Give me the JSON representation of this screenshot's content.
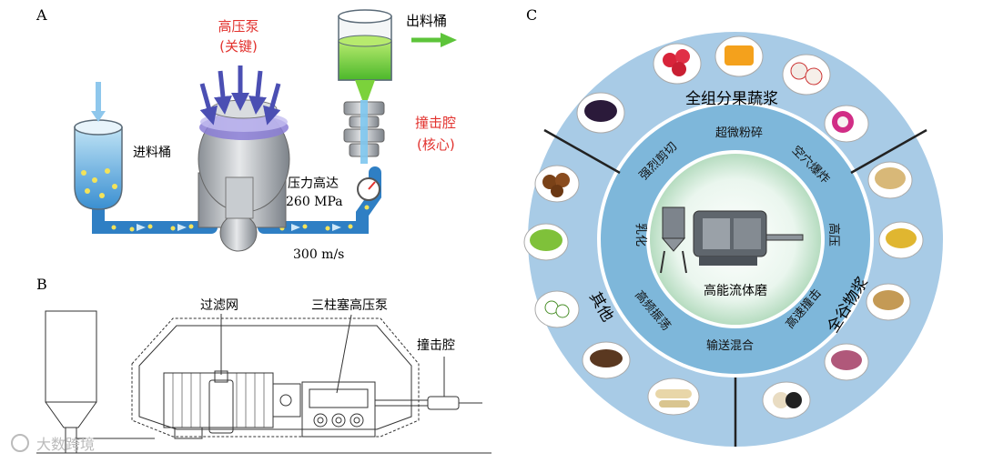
{
  "panel_a": {
    "label": "A",
    "pump_title": "高压泵",
    "pump_sub": "(关键)",
    "outlet": "出料桶",
    "inlet": "进料桶",
    "chamber": "撞击腔",
    "chamber_sub": "(核心)",
    "pressure_1": "压力高达",
    "pressure_2": "260 MPa",
    "speed": "300 m/s",
    "colors": {
      "red_label": "#e2322e",
      "arrow_blue": "#4b4fb3",
      "green_arrow": "#5dc43a"
    }
  },
  "panel_b": {
    "label": "B",
    "filter": "过滤网",
    "pump": "三柱塞高压泵",
    "chamber": "撞击腔"
  },
  "panel_c": {
    "label": "C",
    "sector_top": "全组分果蔬浆",
    "sector_right": "全谷物浆",
    "sector_left": "其他",
    "center_label": "高能流体磨",
    "mechanisms": [
      "超微粉碎",
      "空穴爆炸",
      "高压",
      "高速撞击",
      "输送混合",
      "高频振荡",
      "乳化",
      "强烈剪切"
    ],
    "colors": {
      "outer_ring": "#a8cbe6",
      "inner_ring": "#7eb7da",
      "core": "#dff0f5"
    }
  },
  "watermark": "大数跨境"
}
